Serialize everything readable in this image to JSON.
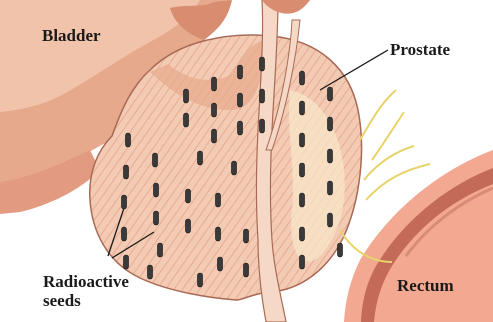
{
  "labels": {
    "bladder": "Bladder",
    "prostate": "Prostate",
    "radioactive_line1": "Radioactive",
    "radioactive_line2": "seeds",
    "rectum": "Rectum"
  },
  "colors": {
    "background": "#ffffff",
    "bladder_tissue": "#e7a98c",
    "bladder_light": "#f3c9b2",
    "prostate_fill": "#f3cbb4",
    "prostate_stripe": "#e3a488",
    "urethra": "#f6d8c6",
    "rectum_tissue": "#f2a891",
    "rectum_dark": "#c46a58",
    "nerve": "#e8d36a",
    "seed": "#3a3a3a",
    "text": "#1a1a1a"
  },
  "seed_count": 44
}
